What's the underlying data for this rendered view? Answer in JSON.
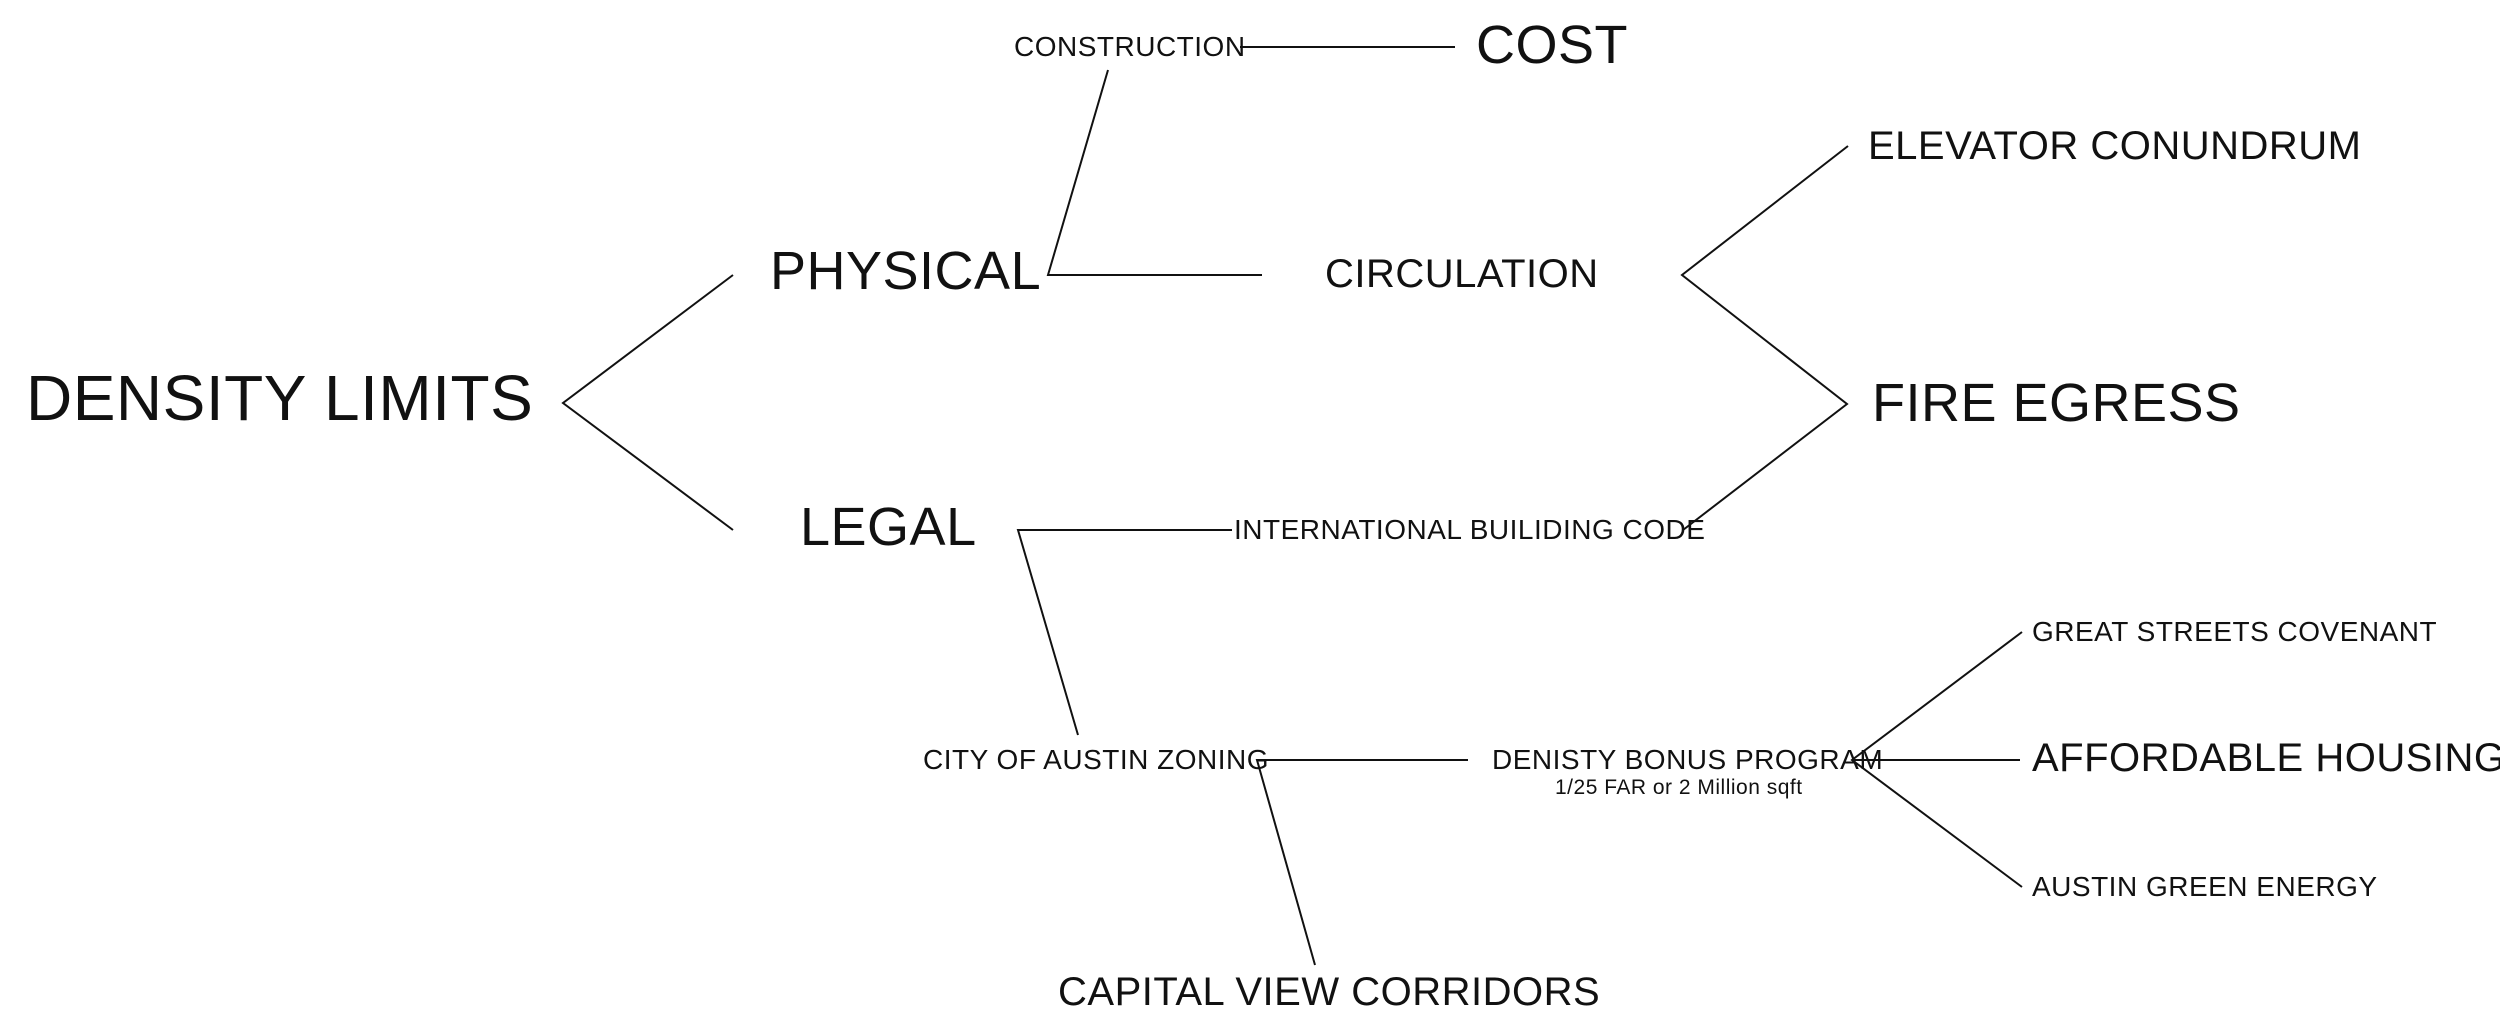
{
  "diagram": {
    "root": "DENSITY LIMITS",
    "physical": "PHYSICAL",
    "legal": "LEGAL",
    "construction": "CONSTRUCTION",
    "cost": "COST",
    "circulation": "CIRCULATION",
    "elevator": "ELEVATOR CONUNDRUM",
    "fire_egress": "FIRE EGRESS",
    "ibc": "INTERNATIONAL BUILIDING CODE",
    "zoning": "CITY OF AUSTIN ZONING",
    "capital_view": "CAPITAL VIEW CORRIDORS",
    "bonus_program": "DENISTY BONUS PROGRAM",
    "bonus_note": "1/25 FAR or 2 Million sqft",
    "great_streets": "GREAT STREETS COVENANT",
    "affordable_housing": "AFFORDABLE HOUSING",
    "green_energy": "AUSTIN GREEN ENERGY"
  }
}
